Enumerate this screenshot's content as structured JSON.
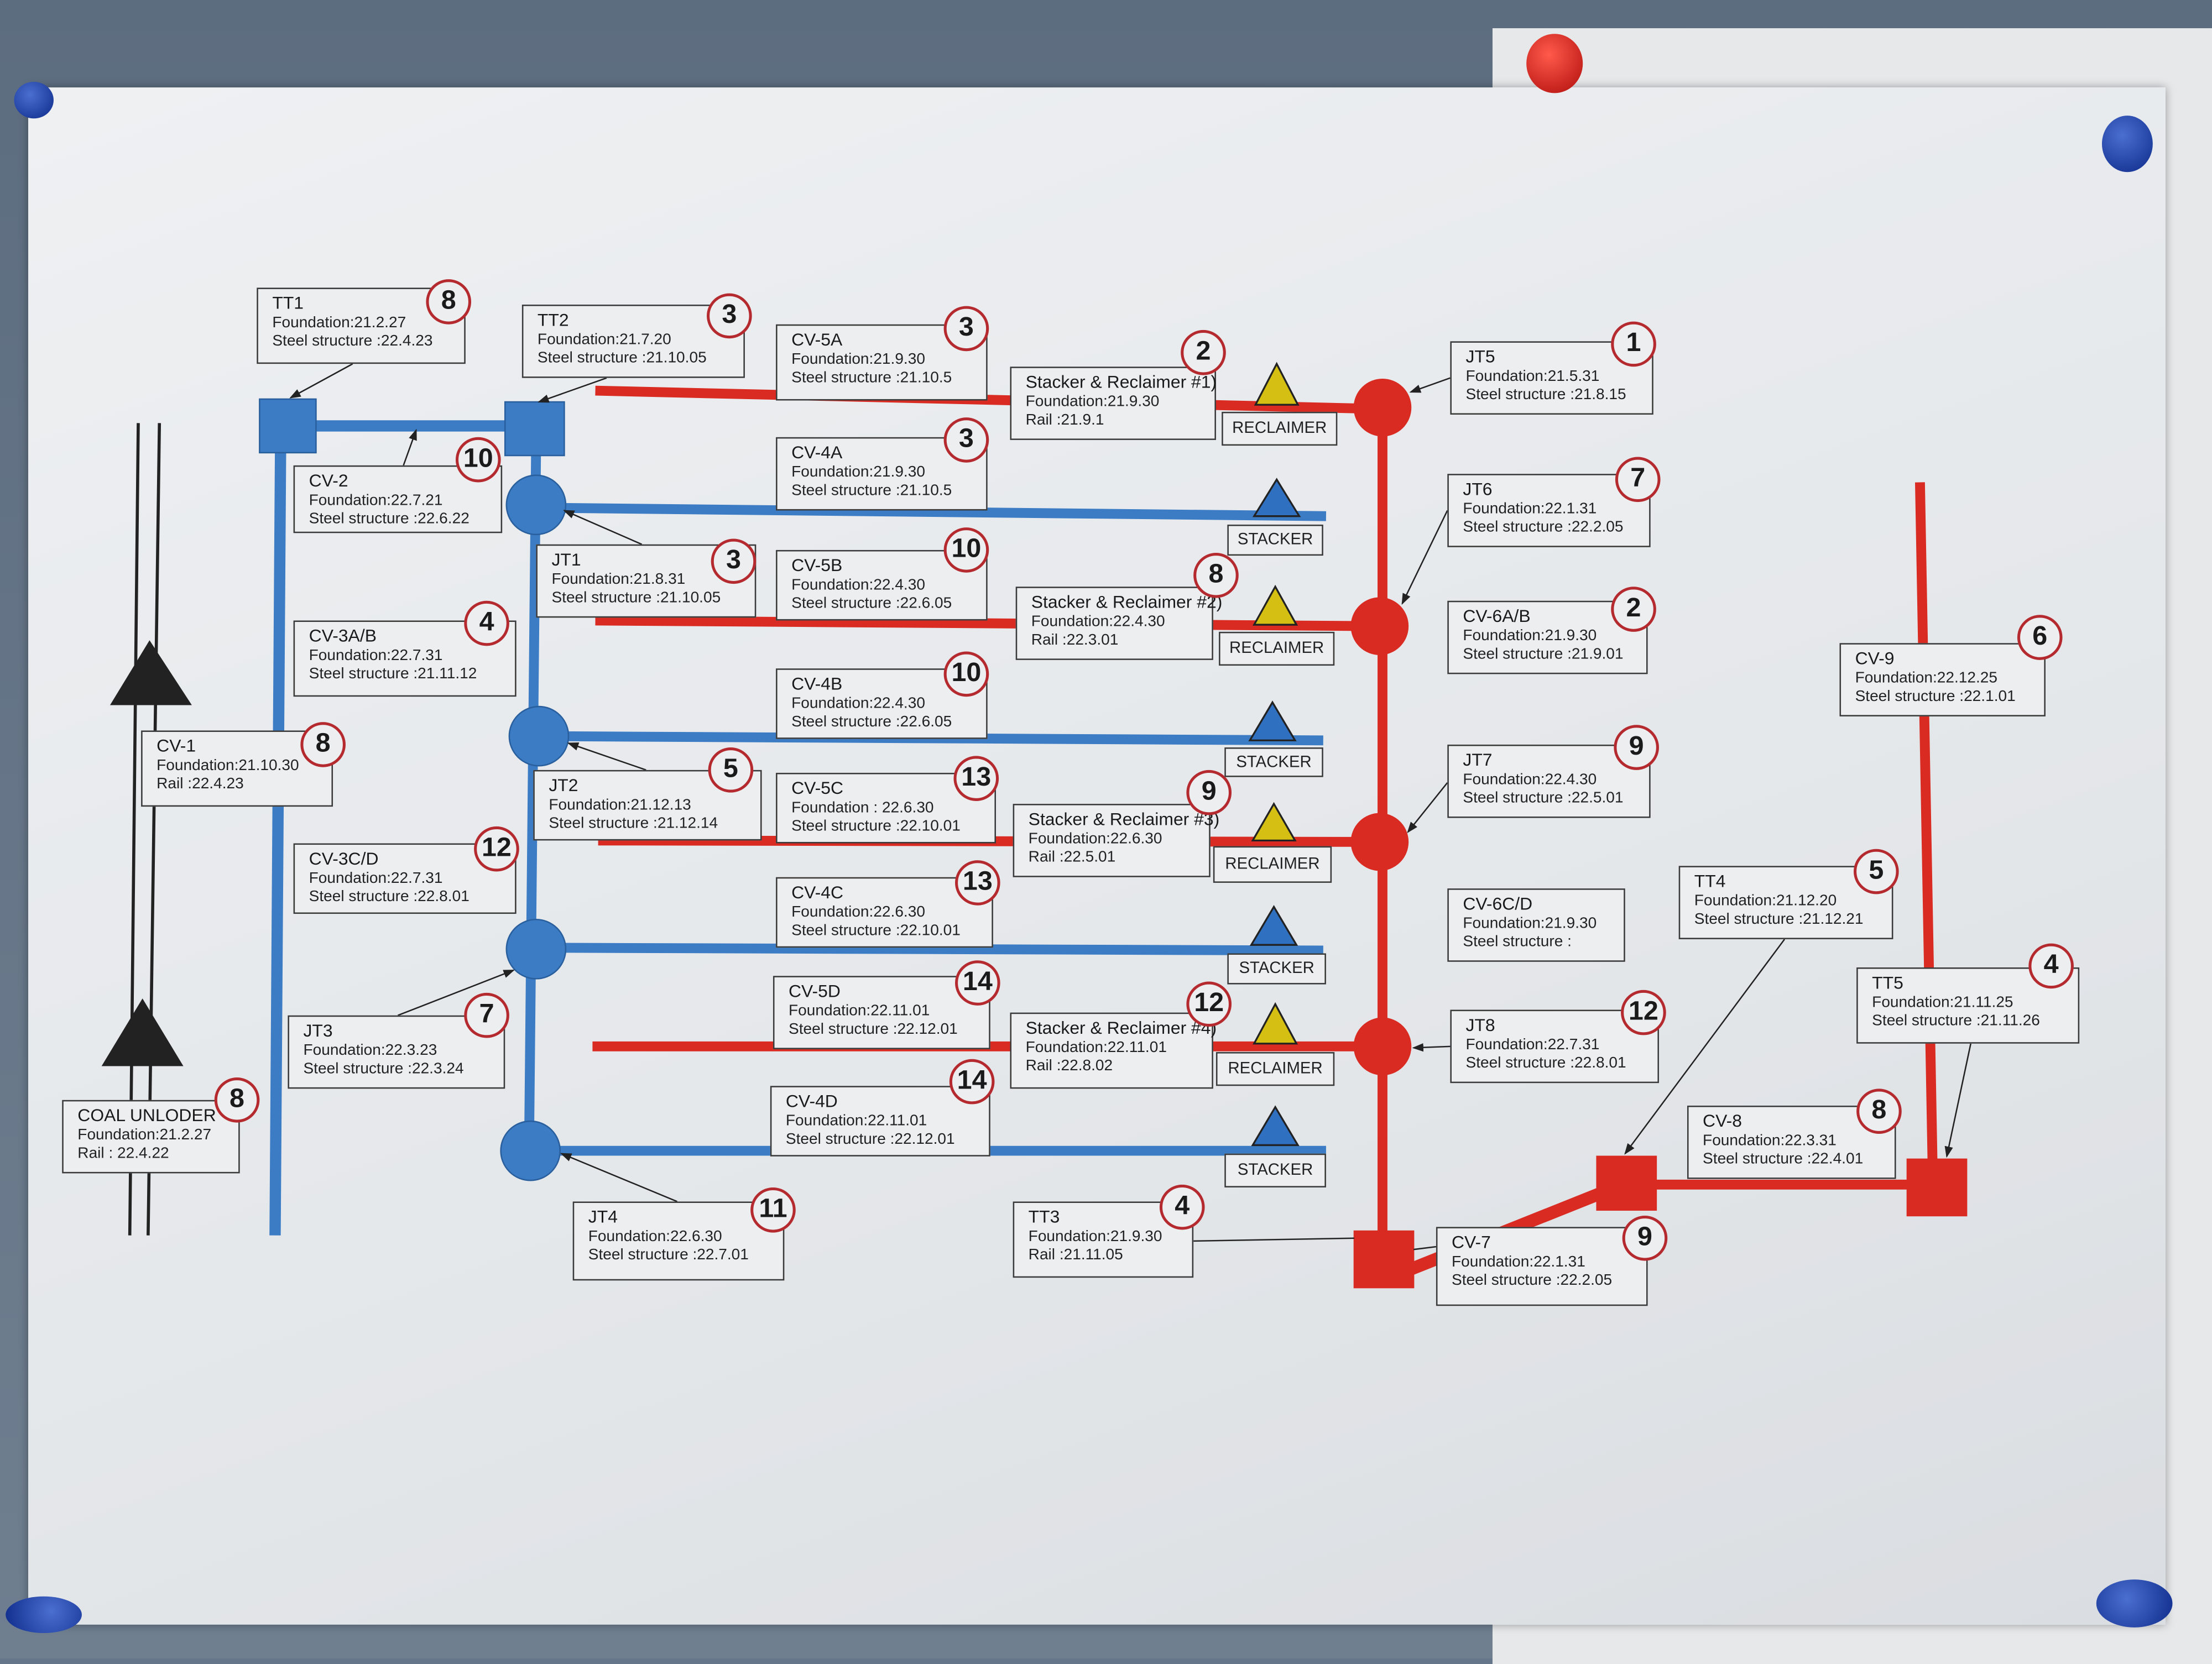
{
  "colors": {
    "blue_line": "#3b7cc4",
    "red_line": "#d92b22",
    "reclaimer_marker": "#d4bf12",
    "stacker_marker": "#2f70c0",
    "badge_ring": "#b52a2e"
  },
  "labels": [
    {
      "id": "tt1",
      "name": "TT1",
      "lines": [
        "Foundation:21.2.27",
        "Steel structure :22.4.23"
      ],
      "badge": "8"
    },
    {
      "id": "tt2",
      "name": "TT2",
      "lines": [
        "Foundation:21.7.20",
        "Steel structure :21.10.05"
      ],
      "badge": "3"
    },
    {
      "id": "cv5a",
      "name": "CV-5A",
      "lines": [
        "Foundation:21.9.30",
        "Steel structure :21.10.5"
      ],
      "badge": "3"
    },
    {
      "id": "sr1",
      "name": "Stacker & Reclaimer #1)",
      "lines": [
        "Foundation:21.9.30",
        "Rail :21.9.1"
      ],
      "badge": "2"
    },
    {
      "id": "jt5",
      "name": "JT5",
      "lines": [
        "Foundation:21.5.31",
        "Steel structure :21.8.15"
      ],
      "badge": "1"
    },
    {
      "id": "cv2",
      "name": "CV-2",
      "lines": [
        "Foundation:22.7.21",
        "Steel structure :22.6.22"
      ],
      "badge": "10"
    },
    {
      "id": "cv4a",
      "name": "CV-4A",
      "lines": [
        "Foundation:21.9.30",
        "Steel structure :21.10.5"
      ],
      "badge": "3"
    },
    {
      "id": "jt6",
      "name": "JT6",
      "lines": [
        "Foundation:22.1.31",
        "Steel structure :22.2.05"
      ],
      "badge": "7"
    },
    {
      "id": "jt1",
      "name": "JT1",
      "lines": [
        "Foundation:21.8.31",
        "Steel structure :21.10.05"
      ],
      "badge": "3"
    },
    {
      "id": "cv5b",
      "name": "CV-5B",
      "lines": [
        "Foundation:22.4.30",
        "Steel structure :22.6.05"
      ],
      "badge": "10"
    },
    {
      "id": "sr2",
      "name": "Stacker & Reclaimer #2)",
      "lines": [
        "Foundation:22.4.30",
        "Rail :22.3.01"
      ],
      "badge": "8"
    },
    {
      "id": "cv6ab",
      "name": "CV-6A/B",
      "lines": [
        "Foundation:21.9.30",
        "Steel structure :21.9.01"
      ],
      "badge": "2"
    },
    {
      "id": "cv3ab",
      "name": "CV-3A/B",
      "lines": [
        "Foundation:22.7.31",
        "Steel structure :21.11.12"
      ],
      "badge": "4"
    },
    {
      "id": "cv9",
      "name": "CV-9",
      "lines": [
        "Foundation:22.12.25",
        "Steel structure :22.1.01"
      ],
      "badge": "6"
    },
    {
      "id": "cv4b",
      "name": "CV-4B",
      "lines": [
        "Foundation:22.4.30",
        "Steel structure :22.6.05"
      ],
      "badge": "10"
    },
    {
      "id": "cv1",
      "name": "CV-1",
      "lines": [
        "Foundation:21.10.30",
        "Rail :22.4.23"
      ],
      "badge": "8"
    },
    {
      "id": "jt7",
      "name": "JT7",
      "lines": [
        "Foundation:22.4.30",
        "Steel structure :22.5.01"
      ],
      "badge": "9"
    },
    {
      "id": "jt2",
      "name": "JT2",
      "lines": [
        "Foundation:21.12.13",
        "Steel structure :21.12.14"
      ],
      "badge": "5"
    },
    {
      "id": "cv5c",
      "name": "CV-5C",
      "lines": [
        "Foundation : 22.6.30",
        "Steel structure :22.10.01"
      ],
      "badge": "13"
    },
    {
      "id": "sr3",
      "name": "Stacker & Reclaimer #3)",
      "lines": [
        "Foundation:22.6.30",
        "Rail :22.5.01"
      ],
      "badge": "9"
    },
    {
      "id": "cv3cd",
      "name": "CV-3C/D",
      "lines": [
        "Foundation:22.7.31",
        "Steel structure :22.8.01"
      ],
      "badge": "12"
    },
    {
      "id": "tt4",
      "name": "TT4",
      "lines": [
        "Foundation:21.12.20",
        "Steel structure :21.12.21"
      ],
      "badge": "5"
    },
    {
      "id": "cv4c",
      "name": "CV-4C",
      "lines": [
        "Foundation:22.6.30",
        "Steel structure :22.10.01"
      ],
      "badge": "13"
    },
    {
      "id": "cv6cd",
      "name": "CV-6C/D",
      "lines": [
        "Foundation:21.9.30",
        "Steel structure :"
      ],
      "badge": null
    },
    {
      "id": "tt5",
      "name": "TT5",
      "lines": [
        "Foundation:21.11.25",
        "Steel structure :21.11.26"
      ],
      "badge": "4"
    },
    {
      "id": "cv5d",
      "name": "CV-5D",
      "lines": [
        "Foundation:22.11.01",
        "Steel structure :22.12.01"
      ],
      "badge": "14"
    },
    {
      "id": "sr4",
      "name": "Stacker & Reclaimer #4)",
      "lines": [
        "Foundation:22.11.01",
        "Rail :22.8.02"
      ],
      "badge": "12"
    },
    {
      "id": "jt8",
      "name": "JT8",
      "lines": [
        "Foundation:22.7.31",
        "Steel structure :22.8.01"
      ],
      "badge": "12"
    },
    {
      "id": "jt3",
      "name": "JT3",
      "lines": [
        "Foundation:22.3.23",
        "Steel structure :22.3.24"
      ],
      "badge": "7"
    },
    {
      "id": "coal",
      "name": "COAL UNLODER",
      "lines": [
        "Foundation:21.2.27",
        "Rail : 22.4.22"
      ],
      "badge": "8"
    },
    {
      "id": "cv4d",
      "name": "CV-4D",
      "lines": [
        "Foundation:22.11.01",
        "Steel structure :22.12.01"
      ],
      "badge": "14"
    },
    {
      "id": "cv8",
      "name": "CV-8",
      "lines": [
        "Foundation:22.3.31",
        "Steel structure :22.4.01"
      ],
      "badge": "8"
    },
    {
      "id": "jt4",
      "name": "JT4",
      "lines": [
        "Foundation:22.6.30",
        "Steel structure :22.7.01"
      ],
      "badge": "11"
    },
    {
      "id": "tt3",
      "name": "TT3",
      "lines": [
        "Foundation:21.9.30",
        "Rail :21.11.05"
      ],
      "badge": "4"
    },
    {
      "id": "cv7",
      "name": "CV-7",
      "lines": [
        "Foundation:22.1.31",
        "Steel structure :22.2.05"
      ],
      "badge": "9"
    }
  ],
  "equipment_tags": [
    "RECLAIMER",
    "STACKER",
    "RECLAIMER",
    "STACKER",
    "RECLAIMER",
    "STACKER",
    "RECLAIMER",
    "STACKER"
  ]
}
